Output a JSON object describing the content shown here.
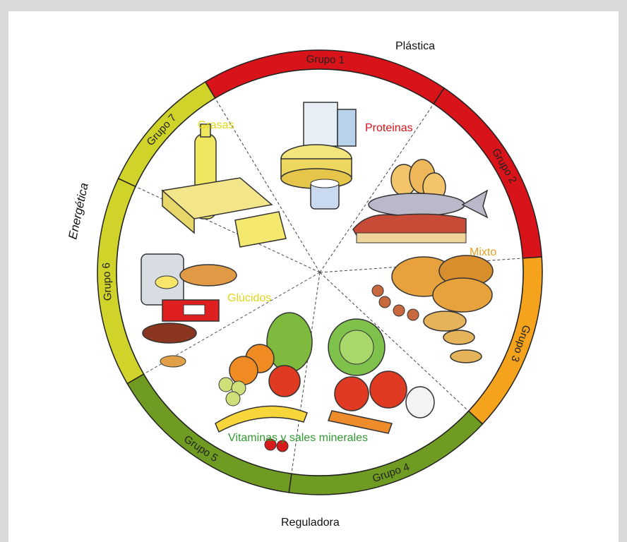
{
  "diagram": {
    "functions": {
      "plastica": "Plástica",
      "energetica": "Energética",
      "reguladora": "Reguladora"
    },
    "groups": [
      {
        "label": "Grupo 1",
        "food": "Proteinas",
        "color": "#d8131a",
        "food_color": "#d8131a"
      },
      {
        "label": "Grupo 2",
        "food": "Proteinas",
        "color": "#d8131a"
      },
      {
        "label": "Grupo 3",
        "food": "Mixto",
        "color": "#f5a31c",
        "food_color": "#e8a020"
      },
      {
        "label": "Grupo 4",
        "food": "Vitaminas y sales minerales",
        "color": "#6f9b22",
        "food_color": "#2f9a2f"
      },
      {
        "label": "Grupo 5",
        "color": "#6f9b22"
      },
      {
        "label": "Grupo 6",
        "food": "Glúcidos",
        "color": "#cfd32a",
        "food_color": "#e2d51a"
      },
      {
        "label": "Grupo 7",
        "food": "Grasas",
        "color": "#cfd32a",
        "food_color": "#e2d51a"
      }
    ]
  }
}
